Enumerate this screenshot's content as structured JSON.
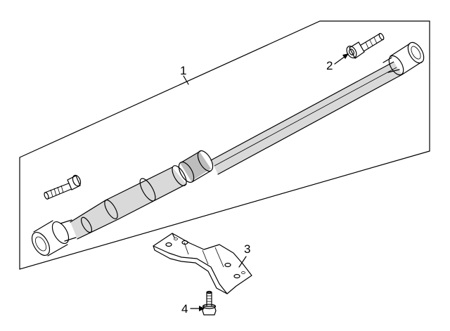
{
  "diagram": {
    "callouts": [
      {
        "id": "1",
        "label": "1",
        "part": "driveshaft-assembly"
      },
      {
        "id": "2",
        "label": "2",
        "part": "flange-bolt"
      },
      {
        "id": "3",
        "label": "3",
        "part": "center-support-bracket"
      },
      {
        "id": "4",
        "label": "4",
        "part": "bracket-bolt"
      }
    ]
  }
}
